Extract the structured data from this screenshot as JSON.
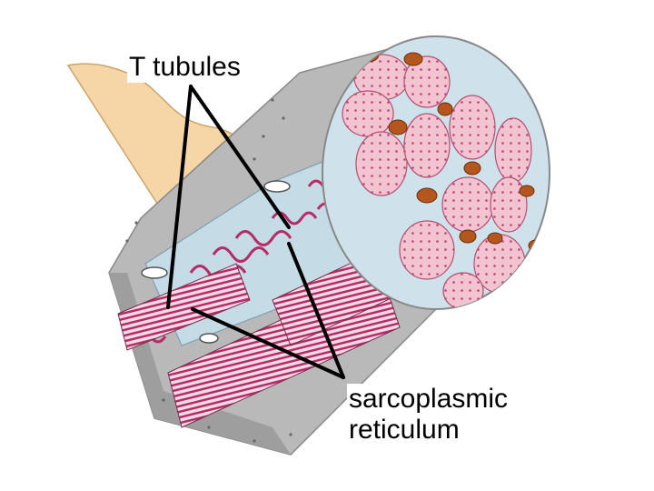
{
  "labels": {
    "t_tubules": "T tubules",
    "sarcoplasmic_line1": "sarcoplasmic",
    "sarcoplasmic_line2": "reticulum"
  },
  "colors": {
    "sarcolemma": "#b9b9b9",
    "myofibril_pink": "#f2c4d2",
    "myofibril_dots": "#c23e74",
    "reticulum_blue": "#c5dbe6",
    "reticulum_pink": "#b52d68",
    "mitochondria": "#b5561e",
    "nerve": "#f6d5a6",
    "pointer": "#000000"
  }
}
